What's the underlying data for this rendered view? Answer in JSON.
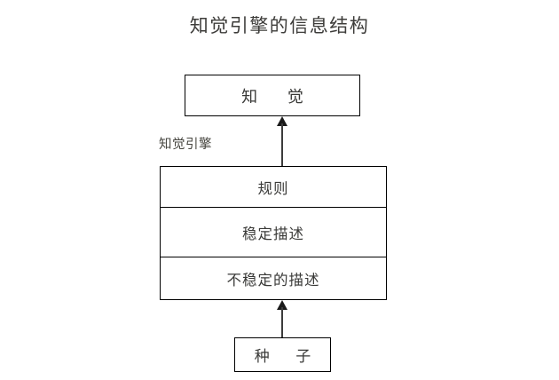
{
  "diagram": {
    "type": "flow-diagram",
    "title": "知觉引擎的信息结构",
    "background_color": "#ffffff",
    "line_color": "#000000",
    "text_color": "#3a3a38",
    "nodes": {
      "perception": {
        "label": "知  觉",
        "role": "output-node"
      },
      "engine": {
        "group_label": "知觉引擎",
        "rows": [
          {
            "label": "规则"
          },
          {
            "label": "稳定描述"
          },
          {
            "label": "不稳定的描述"
          }
        ]
      },
      "seed": {
        "label": "种  子",
        "role": "input-node"
      }
    },
    "edges": [
      {
        "name": "seed-to-engine",
        "from": "seed",
        "to": "engine",
        "direction": "up",
        "arrowhead": "filled-triangle"
      },
      {
        "name": "engine-to-perception",
        "from": "engine",
        "to": "perception",
        "direction": "up",
        "arrowhead": "filled-triangle"
      }
    ]
  }
}
